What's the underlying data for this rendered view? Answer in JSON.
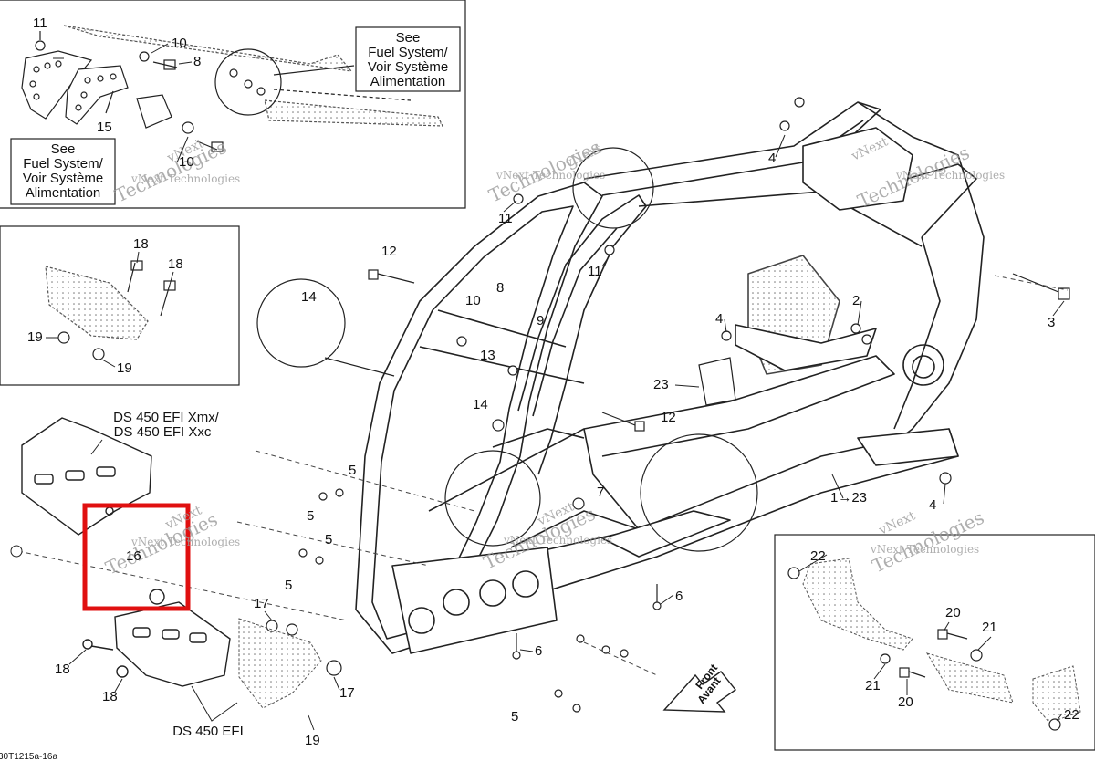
{
  "diagram": {
    "fuel_note_top": [
      "See",
      "Fuel System/",
      "Voir Système",
      "Alimentation"
    ],
    "fuel_note_left": [
      "See",
      "Fuel System/",
      "Voir Système",
      "Alimentation"
    ],
    "variant_xmx": "DS 450 EFI Xmx/",
    "variant_xxc": "DS 450 EFI Xxc",
    "variant_efi": "DS 450 EFI",
    "front_word": "Front",
    "avant_word": "Avant",
    "watermark_line1": "vNext",
    "watermark_line2": "Technologies",
    "watermark_line": "vNext Technologies",
    "reference_code": "30T1215a-16a",
    "highlight_color": "#e01010",
    "parts": {
      "p11a": "11",
      "p10a": "10",
      "p8a": "8",
      "p15": "15",
      "p10b": "10",
      "p18a": "18",
      "p18b": "18",
      "p19a": "19",
      "p19b": "19",
      "p14a": "14",
      "p12a": "12",
      "p11b": "11",
      "p11c": "11",
      "p8b": "8",
      "p10c": "10",
      "p9": "9",
      "p13": "13",
      "p14b": "14",
      "p12b": "12",
      "p4a": "4",
      "p4b": "4",
      "p4c": "4",
      "p2": "2",
      "p3": "3",
      "p23": "23",
      "p1to23": "1→23",
      "p7": "7",
      "p6a": "6",
      "p6b": "6",
      "p5a": "5",
      "p5b": "5",
      "p5c": "5",
      "p5d": "5",
      "p5e": "5",
      "p16": "16",
      "p17a": "17",
      "p17b": "17",
      "p18c": "18",
      "p18d": "18",
      "p19c": "19",
      "p22a": "22",
      "p22b": "22",
      "p20a": "20",
      "p20b": "20",
      "p21a": "21",
      "p21b": "21"
    }
  }
}
